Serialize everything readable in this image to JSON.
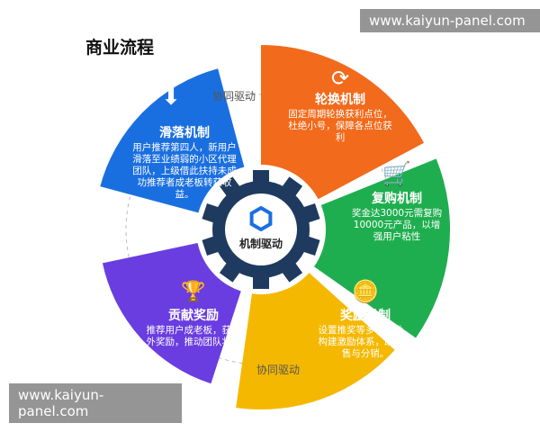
{
  "title": "商业流程",
  "watermark": "www.kaiyun-panel.com",
  "center": {
    "label": "机制驱动",
    "color": "#1f3a5f"
  },
  "sync_label": "协同驱动",
  "sections": [
    {
      "title": "滑落机制",
      "text": "用户推荐第四人，新用户滑落至业绩弱的小区代理团队，上级借此扶持未成功推荐者成老板转获收益。",
      "color": "#1a6fe0",
      "icon": "arrow-down-icon"
    },
    {
      "title": "轮换机制",
      "text": "固定周期轮换获利点位，杜绝小号，保障各点位获利",
      "color": "#f26a1b",
      "icon": "refresh-icon"
    },
    {
      "title": "复购机制",
      "text": "奖金达3000元需复购10000元产品，以增强用户粘性",
      "color": "#1fae4f",
      "icon": "cart-icon"
    },
    {
      "title": "奖励机制",
      "text": "设置推奖等多种奖励，构建激励体系，助力销售与分销。",
      "color": "#f5b800",
      "icon": "coins-icon"
    },
    {
      "title": "贡献奖励",
      "text": "推荐用户成老板，获额外奖励，推动团队壮大",
      "color": "#6a3de0",
      "icon": "trophy-icon"
    }
  ]
}
